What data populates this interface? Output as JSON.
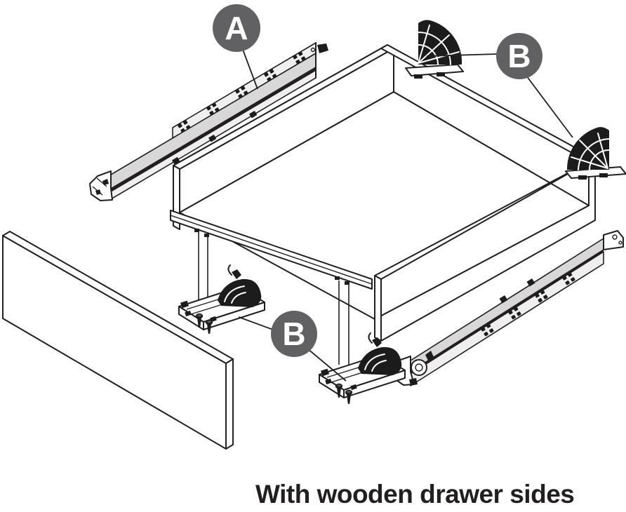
{
  "diagram": {
    "caption": "With wooden drawer sides",
    "labels": {
      "runner": "A",
      "bracket_top": "B",
      "bracket_bottom": "B"
    },
    "colors": {
      "line": "#231f20",
      "label_circle_fill": "#616163",
      "label_letter": "#ffffff",
      "runner_gray": "#d8d8d8",
      "runner_light": "#efefef",
      "background": "#ffffff"
    }
  }
}
